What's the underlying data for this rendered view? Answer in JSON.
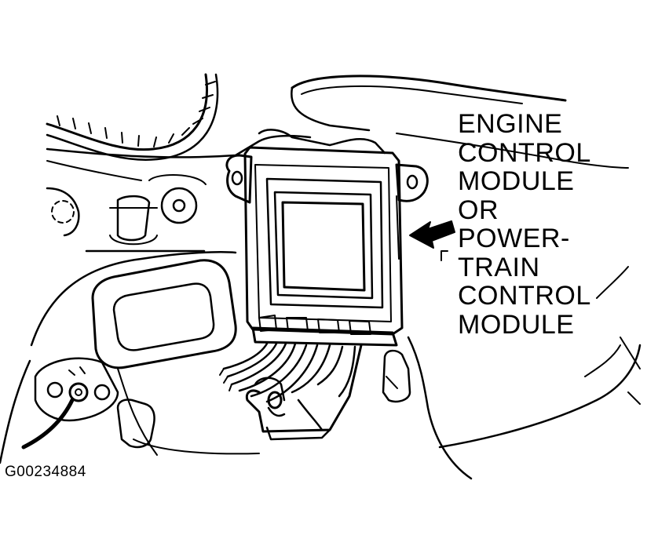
{
  "callout": {
    "lines": [
      "ENGINE",
      "CONTROL",
      "MODULE",
      "OR",
      "POWER-",
      "TRAIN",
      "CONTROL",
      "MODULE"
    ]
  },
  "figure_id": "G00234884",
  "colors": {
    "ink": "#000000",
    "paper": "#ffffff"
  }
}
